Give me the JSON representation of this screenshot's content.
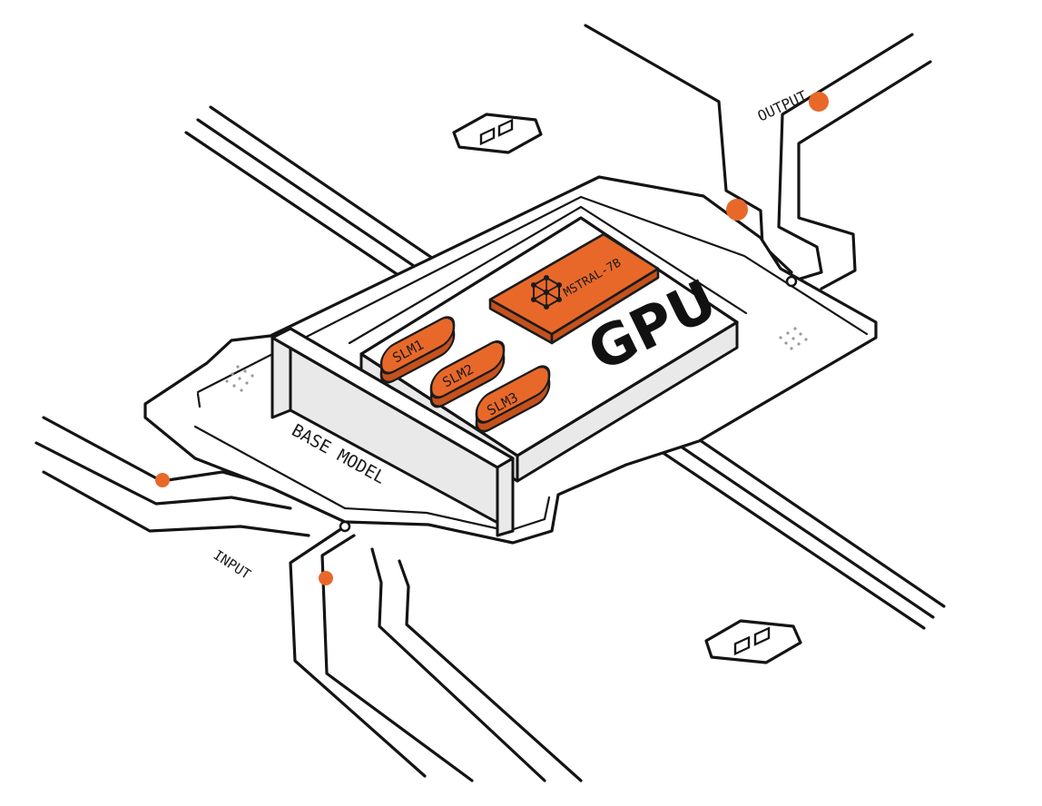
{
  "labels": {
    "output": "OUTPUT",
    "input": "INPUT",
    "base_model": "BASE MODEL",
    "gpu": "GPU",
    "mistral": "MSTRAL-7B",
    "slm1": "SLM1",
    "slm2": "SLM2",
    "slm3": "SLM3"
  },
  "colors": {
    "accent": "#e8682a",
    "ink": "#141414",
    "background": "#ffffff"
  },
  "icons": [
    "network-node-icon",
    "connector-block-icon"
  ]
}
